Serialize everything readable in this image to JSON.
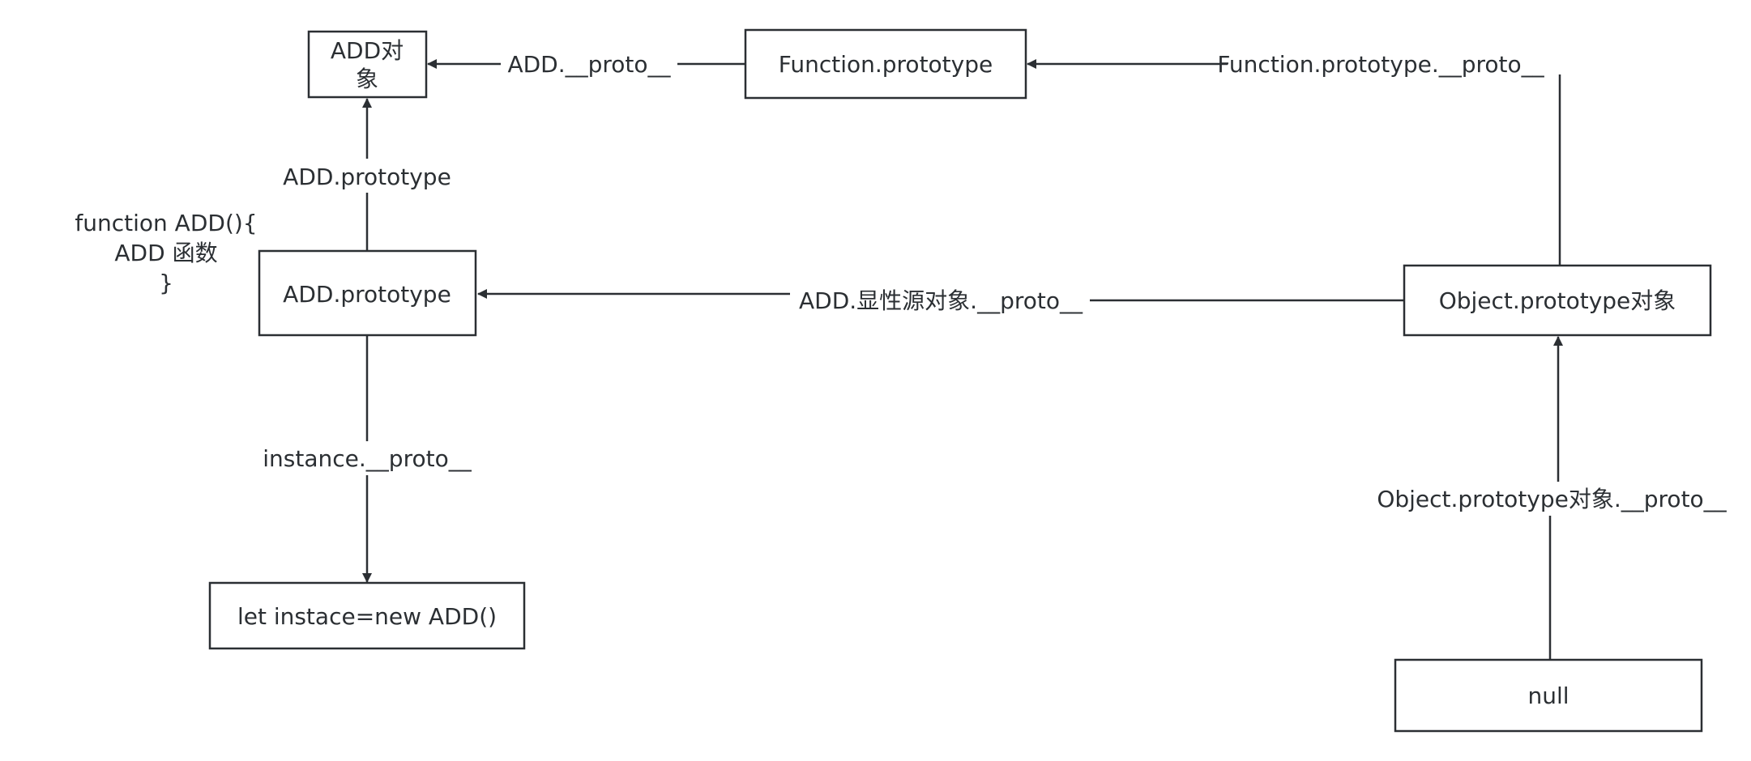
{
  "nodes": {
    "add_object": [
      "ADD对",
      "象"
    ],
    "function_prototype": "Function.prototype",
    "add_prototype": "ADD.prototype",
    "object_prototype": "Object.prototype对象",
    "instance": "let instace=new ADD()",
    "null_node": "null"
  },
  "labels": {
    "add_proto": "ADD.__proto__",
    "function_prototype_proto": "Function.prototype.__proto__",
    "add_prototype_edge": "ADD.prototype",
    "add_explicit_proto": "ADD.显性源对象.__proto__",
    "instance_proto": "instance.__proto__",
    "object_prototype_proto": "Object.prototype对象.__proto__"
  },
  "note": [
    "function ADD(){",
    "ADD 函数",
    "}"
  ],
  "colors": {
    "line": "#2b2f33",
    "background": "#ffffff"
  }
}
